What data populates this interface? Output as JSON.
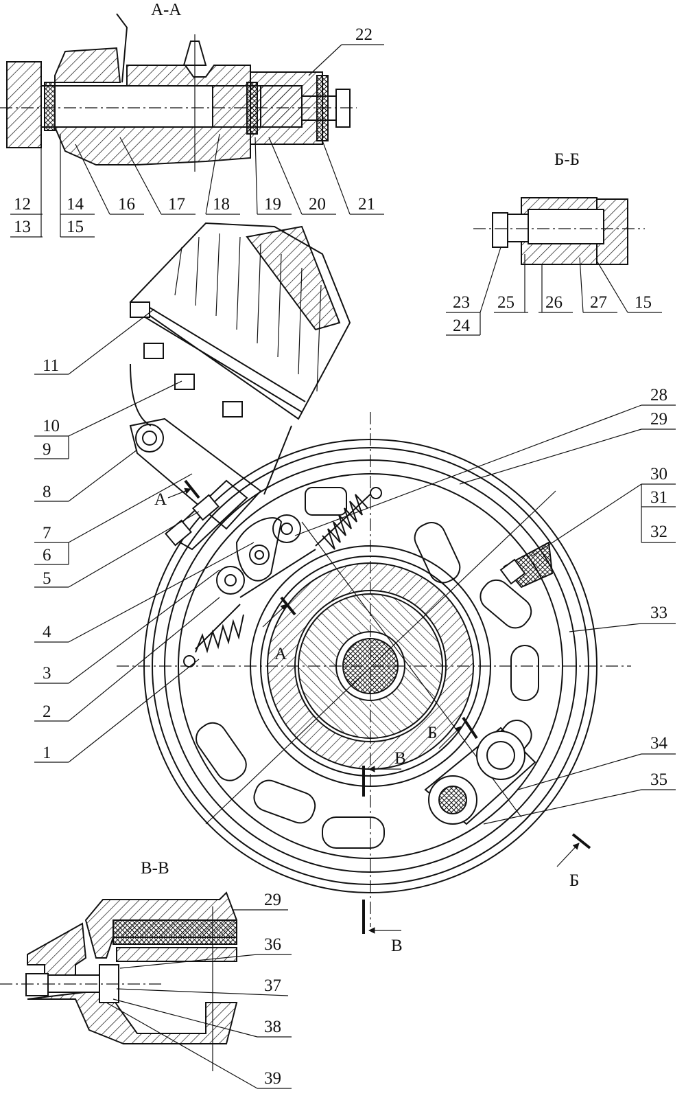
{
  "sections": {
    "aa": "А-А",
    "bb": "Б-Б",
    "vv": "В-В"
  },
  "cut_marks": {
    "a_top": "А",
    "a_bottom": "А",
    "b_mid": "Б",
    "b_low": "Б",
    "v_mid": "В",
    "v_low": "В"
  },
  "labels": {
    "n1": "1",
    "n2": "2",
    "n3": "3",
    "n4": "4",
    "n5": "5",
    "n6": "6",
    "n7": "7",
    "n8": "8",
    "n9": "9",
    "n10": "10",
    "n11": "11",
    "n12": "12",
    "n13": "13",
    "n14": "14",
    "n15": "15",
    "n15b": "15",
    "n16": "16",
    "n17": "17",
    "n18": "18",
    "n19": "19",
    "n20": "20",
    "n21": "21",
    "n22": "22",
    "n23": "23",
    "n24": "24",
    "n25": "25",
    "n26": "26",
    "n27": "27",
    "n28": "28",
    "n29": "29",
    "n29b": "29",
    "n30": "30",
    "n31": "31",
    "n32": "32",
    "n33": "33",
    "n34": "34",
    "n35": "35",
    "n36": "36",
    "n37": "37",
    "n38": "38",
    "n39": "39"
  },
  "colors": {
    "ink": "#111111",
    "paper": "#ffffff"
  }
}
